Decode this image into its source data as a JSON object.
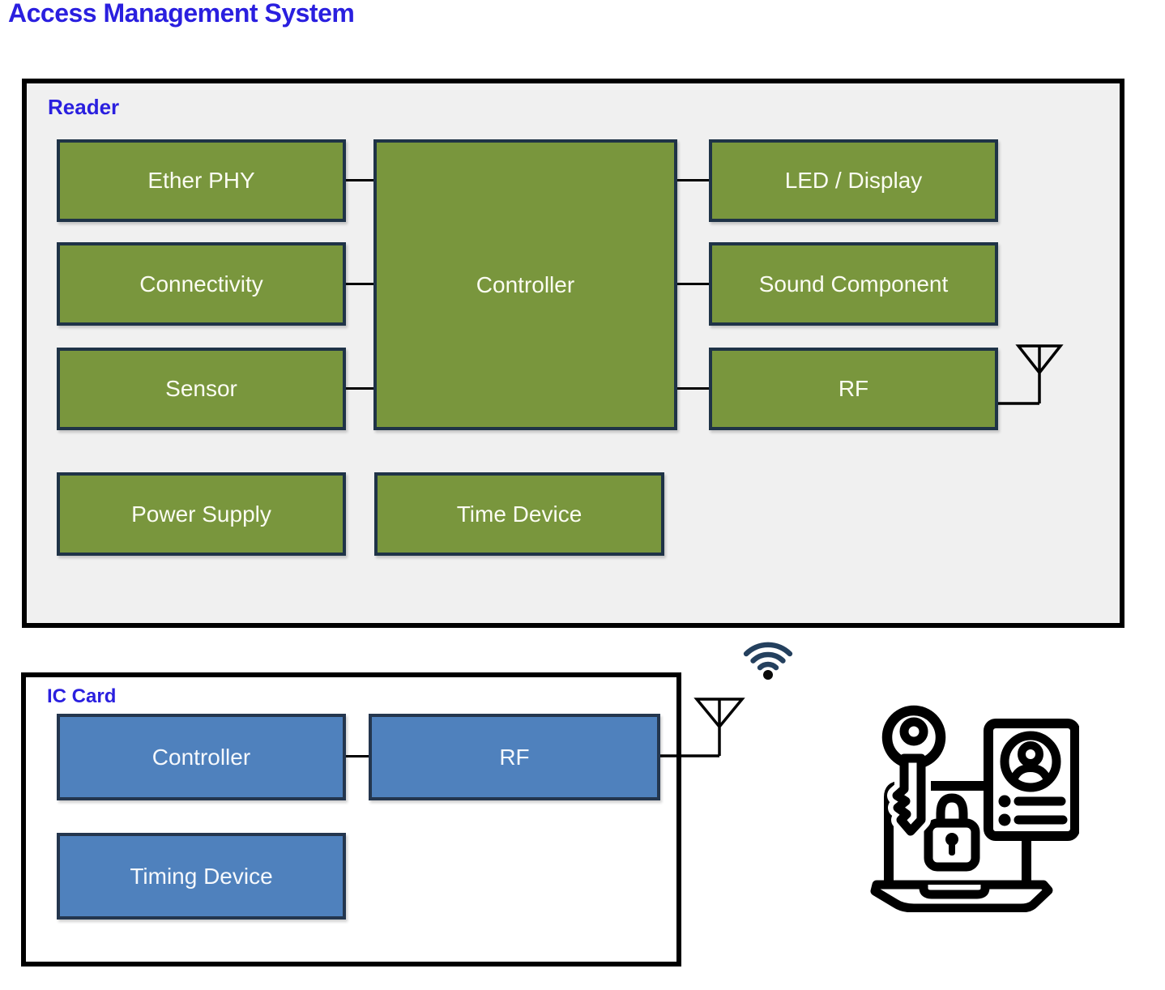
{
  "title": "Access Management System",
  "reader": {
    "label": "Reader",
    "boxes": {
      "ether_phy": "Ether PHY",
      "connectivity": "Connectivity",
      "sensor": "Sensor",
      "controller": "Controller",
      "led_display": "LED / Display",
      "sound_component": "Sound Component",
      "rf": "RF",
      "power_supply": "Power Supply",
      "time_device": "Time Device"
    }
  },
  "ic_card": {
    "label": "IC Card",
    "boxes": {
      "controller": "Controller",
      "rf": "RF",
      "timing_device": "Timing Device"
    }
  },
  "icons": {
    "reader_antenna": "antenna-icon",
    "ic_card_antenna": "antenna-icon",
    "wifi": "wifi-icon",
    "illustration": "key-laptop-lock-idcard-illustration"
  },
  "colors": {
    "title_blue": "#2a1fdf",
    "reader_bg": "#f0f0f0",
    "panel_border": "#000000",
    "green_box": "#79963d",
    "green_border": "#1f3347",
    "blue_box": "#4f81bd",
    "blue_border": "#24364e",
    "box_text": "#fbfcf2",
    "connector": "#000000",
    "wifi_arc": "#24405e"
  }
}
